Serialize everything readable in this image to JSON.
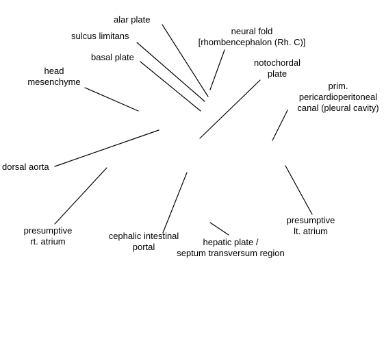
{
  "colors": {
    "line": "#000000",
    "text": "#000000",
    "background": "#ffffff"
  },
  "labels": {
    "alar_plate": "alar plate",
    "sulcus_limitans": "sulcus limitans",
    "basal_plate": "basal plate",
    "neural_fold_1": "neural fold",
    "neural_fold_2": "[rhombencephalon (Rh. C)]",
    "head_mesenchyme_1": "head",
    "head_mesenchyme_2": "mesenchyme",
    "notochordal_1": "notochordal",
    "notochordal_2": "plate",
    "pericardio_1": "prim.",
    "pericardio_2": "pericardioperitoneal",
    "pericardio_3": "canal (pleural cavity)",
    "dorsal_aorta": "dorsal aorta",
    "rt_atrium_1": "presumptive",
    "rt_atrium_2": "rt. atrium",
    "cephalic_portal_1": "cephalic intestinal",
    "cephalic_portal_2": "portal",
    "hepatic_plate_1": "hepatic plate /",
    "hepatic_plate_2": "septum transversum region",
    "lt_atrium_1": "presumptive",
    "lt_atrium_2": "lt. atrium"
  }
}
